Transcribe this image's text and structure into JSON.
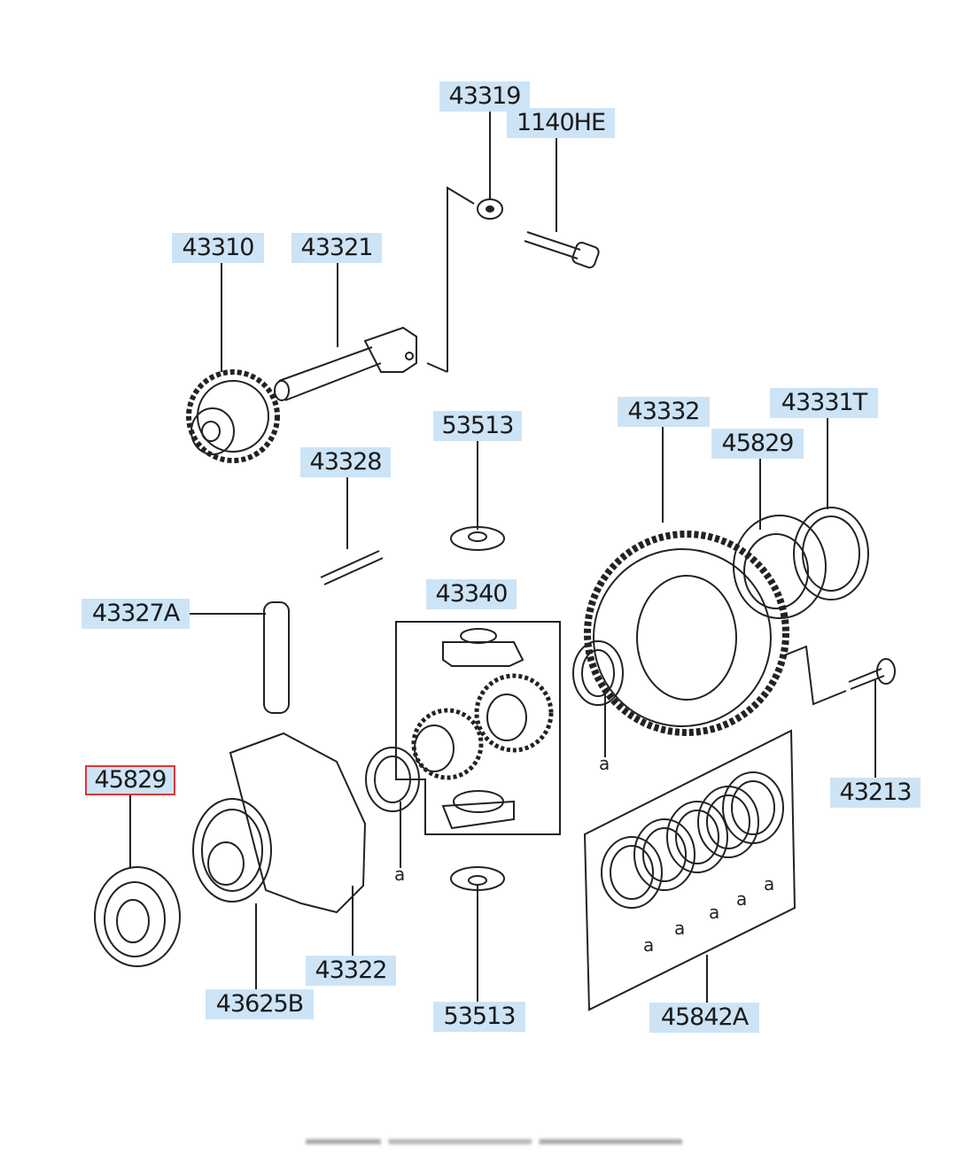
{
  "diagram": {
    "accent_label_bg": "#cde4f6",
    "selected_outline": "#e0353a",
    "labels": [
      {
        "id": "43319",
        "text": "43319"
      },
      {
        "id": "1140HE",
        "text": "1140HE"
      },
      {
        "id": "43310",
        "text": "43310"
      },
      {
        "id": "43321",
        "text": "43321"
      },
      {
        "id": "53513-top",
        "text": "53513"
      },
      {
        "id": "43332",
        "text": "43332"
      },
      {
        "id": "43331T",
        "text": "43331T"
      },
      {
        "id": "45829-right",
        "text": "45829"
      },
      {
        "id": "43328",
        "text": "43328"
      },
      {
        "id": "43340",
        "text": "43340"
      },
      {
        "id": "43327A",
        "text": "43327A"
      },
      {
        "id": "45829-selected",
        "text": "45829",
        "selected": true
      },
      {
        "id": "43213",
        "text": "43213"
      },
      {
        "id": "43322",
        "text": "43322"
      },
      {
        "id": "43625B",
        "text": "43625B"
      },
      {
        "id": "53513-bottom",
        "text": "53513"
      },
      {
        "id": "45842A",
        "text": "45842A"
      }
    ],
    "ref_mark": "a"
  }
}
